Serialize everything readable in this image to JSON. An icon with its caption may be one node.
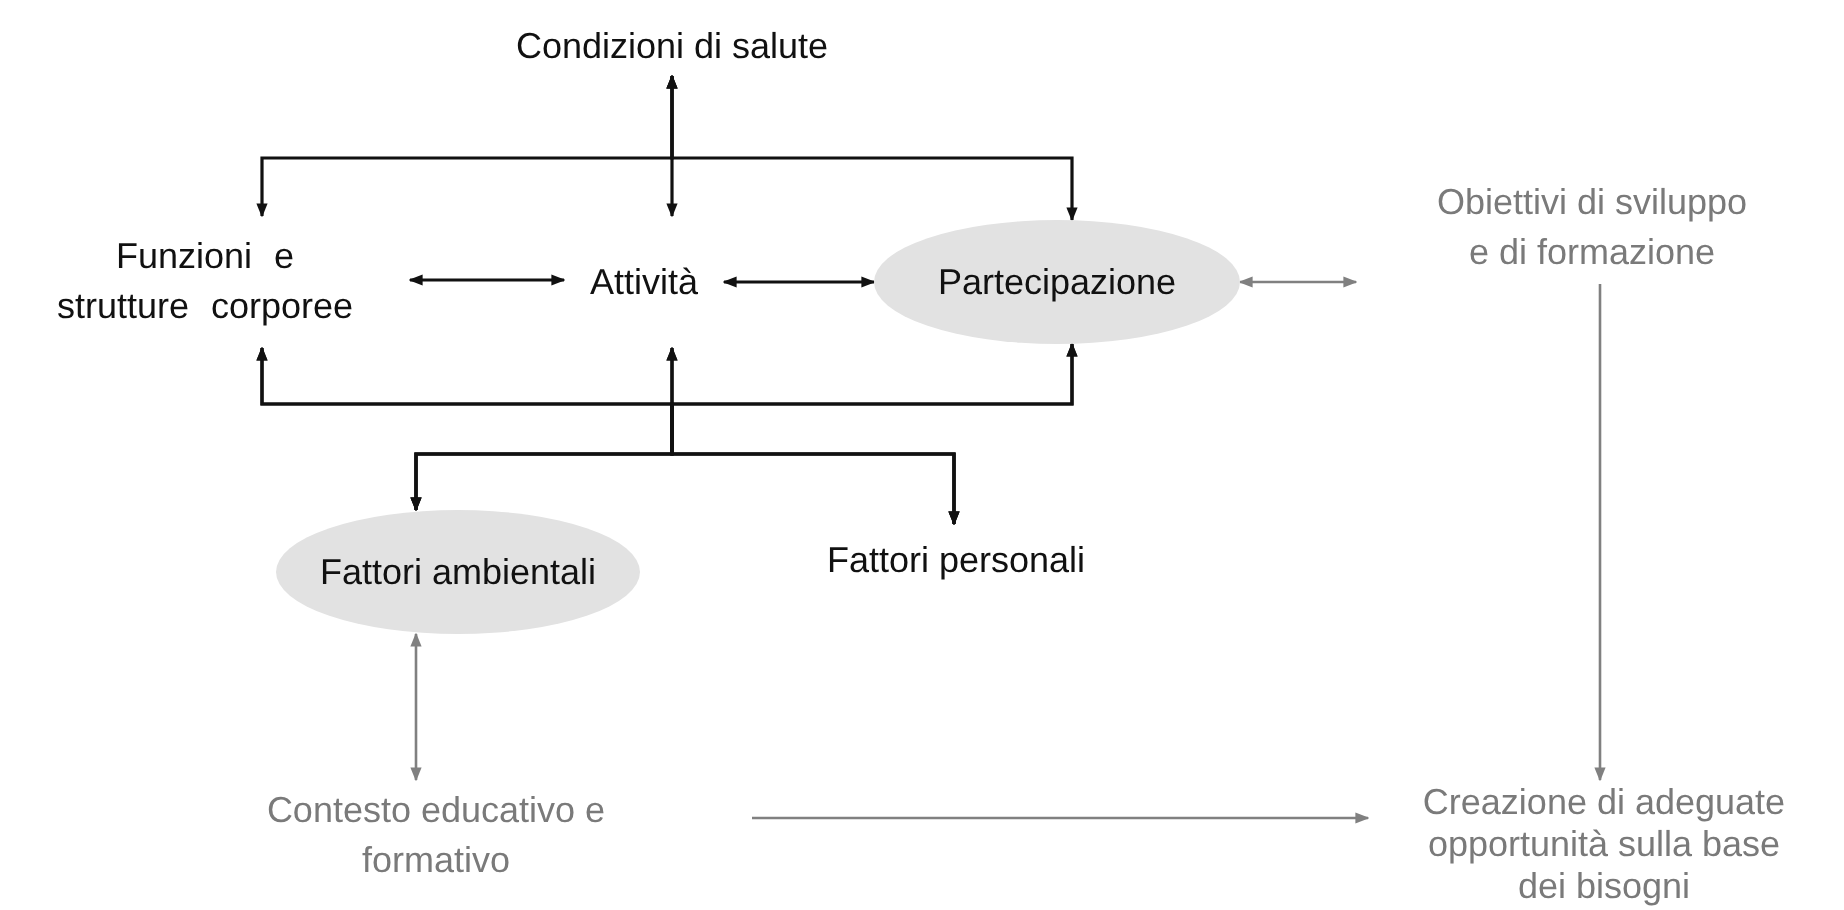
{
  "diagram": {
    "nodes": [
      {
        "text": [
          "Condizioni di salute"
        ]
      },
      {
        "text": [
          "Funzioni e strutture corporee"
        ]
      },
      {
        "text": [
          "Attività"
        ]
      },
      {
        "text": [
          "Partecipazione"
        ]
      },
      {
        "text": [
          "Obiettivi di sviluppo e di formazione"
        ]
      },
      {
        "text": [
          "Fattori ambientali"
        ]
      },
      {
        "text": [
          "Fattori personali"
        ]
      },
      {
        "text": [
          "Contesto educativo e formativo"
        ]
      },
      {
        "text": [
          "Creazione di adeguate opportunità sulla base dei bisogni"
        ]
      }
    ],
    "edges": [
      {
        "from": 0,
        "to": 1,
        "arrow": "both"
      },
      {
        "from": 0,
        "to": 2,
        "arrow": "both"
      },
      {
        "from": 0,
        "to": 3,
        "arrow": "both"
      },
      {
        "from": 1,
        "to": 2,
        "arrow": "both"
      },
      {
        "from": 2,
        "to": 3,
        "arrow": "both"
      },
      {
        "from": 3,
        "to": 4,
        "arrow": "both",
        "color": "#808080"
      },
      {
        "from": 5,
        "to": 1,
        "arrow": "both"
      },
      {
        "from": 5,
        "to": 2,
        "arrow": "both"
      },
      {
        "from": 5,
        "to": 3,
        "arrow": "both"
      },
      {
        "from": 6,
        "to": 1,
        "arrow": "both"
      },
      {
        "from": 6,
        "to": 2,
        "arrow": "both"
      },
      {
        "from": 6,
        "to": 3,
        "arrow": "both"
      },
      {
        "from": 5,
        "to": 7,
        "arrow": "both",
        "color": "#808080"
      },
      {
        "from": 4,
        "to": 8,
        "arrow": "to",
        "color": "#808080"
      },
      {
        "from": 7,
        "to": 8,
        "arrow": "to",
        "color": "#808080"
      }
    ]
  }
}
